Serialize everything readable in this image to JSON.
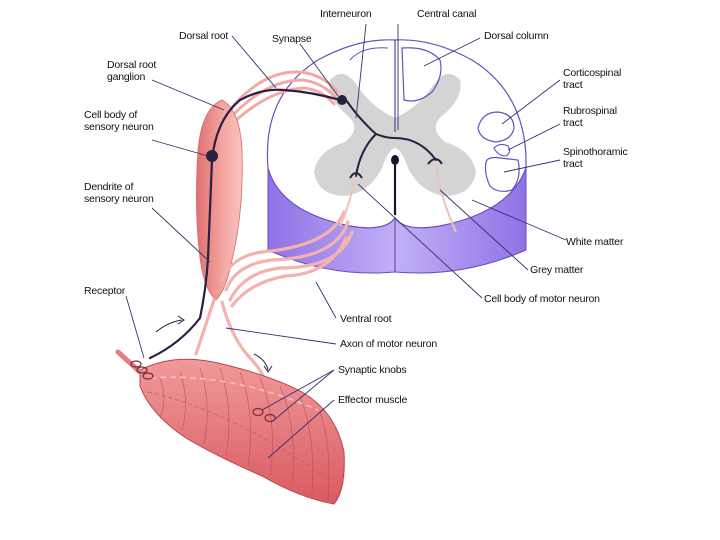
{
  "labels": {
    "interneuron": "Interneuron",
    "central_canal": "Central canal",
    "dorsal_root": "Dorsal root",
    "synapse": "Synapse",
    "dorsal_column": "Dorsal column",
    "dorsal_root_ganglion": [
      "Dorsal root",
      "ganglion"
    ],
    "cell_body_sensory": [
      "Cell body of",
      "sensory neuron"
    ],
    "corticospinal": [
      "Corticospinal",
      "tract"
    ],
    "rubrospinal": [
      "Rubrospinal",
      "tract"
    ],
    "spinothoramic": [
      "Spinothoramic",
      "tract"
    ],
    "dendrite_sensory": [
      "Dendrite of",
      "sensory neuron"
    ],
    "white_matter": "White matter",
    "grey_matter": "Grey matter",
    "cell_body_motor": "Cell body of motor neuron",
    "receptor": "Receptor",
    "ventral_root": "Ventral root",
    "axon_motor": "Axon of motor neuron",
    "synaptic_knobs": "Synaptic knobs",
    "effector_muscle": "Effector muscle"
  },
  "colors": {
    "white_matter": "#ffffff",
    "white_matter_side": "#a88cf0",
    "grey_matter": "#d4d4d4",
    "tract_outline": "#6a4fc0",
    "nerve_pink": "#f2aaa6",
    "ganglion": "#e8807e",
    "muscle": "#e8767a",
    "neuron_line": "#2a2040",
    "leader_line": "#3a2f6e"
  }
}
